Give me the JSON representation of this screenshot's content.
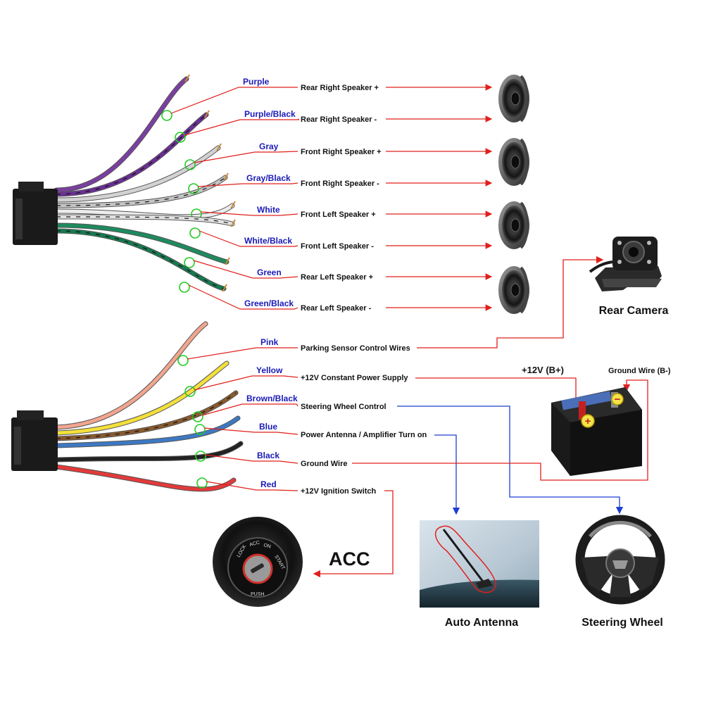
{
  "harness_top": [
    {
      "color_name": "Purple",
      "function": "Rear Right Speaker +",
      "wire_color": "#7a3fa0",
      "target": "speaker-1"
    },
    {
      "color_name": "Purple/Black",
      "function": "Rear Right Speaker -",
      "wire_color": "#6a2f94",
      "target": "speaker-1"
    },
    {
      "color_name": "Gray",
      "function": "Front Right Speaker +",
      "wire_color": "#d2d2d2",
      "target": "speaker-2"
    },
    {
      "color_name": "Gray/Black",
      "function": "Front Right Speaker -",
      "wire_color": "#c4c4c4",
      "target": "speaker-2"
    },
    {
      "color_name": "White",
      "function": "Front Left Speaker +",
      "wire_color": "#ececec",
      "target": "speaker-3"
    },
    {
      "color_name": "White/Black",
      "function": "Front Left Speaker -",
      "wire_color": "#e2e2e2",
      "target": "speaker-3"
    },
    {
      "color_name": "Green",
      "function": "Rear Left Speaker +",
      "wire_color": "#1e8a5e",
      "target": "speaker-4"
    },
    {
      "color_name": "Green/Black",
      "function": "Rear Left Speaker -",
      "wire_color": "#167a50",
      "target": "speaker-4"
    }
  ],
  "harness_bottom": [
    {
      "color_name": "Pink",
      "function": "Parking Sensor Control Wires",
      "wire_color": "#f2a58e"
    },
    {
      "color_name": "Yellow",
      "function": "+12V Constant Power Supply",
      "wire_color": "#f3e03a"
    },
    {
      "color_name": "Brown/Black",
      "function": "Steering Wheel Control",
      "wire_color": "#8a5a2e"
    },
    {
      "color_name": "Blue",
      "function": "Power Antenna / Amplifier Turn on",
      "wire_color": "#3d79c2"
    },
    {
      "color_name": "Black",
      "function": "Ground Wire",
      "wire_color": "#222222"
    },
    {
      "color_name": "Red",
      "function": "+12V  Ignition Switch",
      "wire_color": "#e23a3a"
    }
  ],
  "devices": {
    "rear_camera": "Rear Camera",
    "battery_positive": "+12V  (B+)",
    "battery_negative": "Ground Wire (B-)",
    "acc": "ACC",
    "auto_antenna": "Auto Antenna",
    "steering_wheel": "Steering Wheel",
    "ignition_text": [
      "LOCK",
      "ACC",
      "ON",
      "START",
      "PUSH"
    ]
  },
  "colors": {
    "label_blue": "#1a1ab8",
    "leader_red": "#e0201c",
    "leader_blue": "#1f3fd0",
    "marker_green": "#22cc22"
  }
}
